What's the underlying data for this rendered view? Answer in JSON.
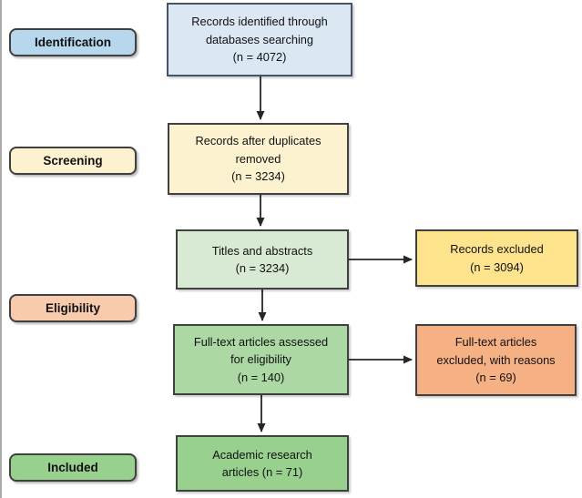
{
  "stages": [
    {
      "label": "Identification",
      "fill": "#B7D7EC",
      "border": "#404040"
    },
    {
      "label": "Screening",
      "fill": "#FCF2CF",
      "border": "#404040"
    },
    {
      "label": "Eligibility",
      "fill": "#F8CBAD",
      "border": "#404040"
    },
    {
      "label": "Included",
      "fill": "#97D18D",
      "border": "#404040"
    }
  ],
  "flow": [
    {
      "text": "Records identified through\ndatabases searching\n(n = 4072)",
      "fill": "#DBE7F3",
      "border": "#44546A"
    },
    {
      "text": "Records after duplicates\nremoved\n(n = 3234)",
      "fill": "#FCF2CF",
      "border": "#404040"
    },
    {
      "text": "Titles and abstracts\n(n = 3234)",
      "fill": "#D8EAD3",
      "border": "#404040"
    },
    {
      "text": "Full-text articles assessed\nfor eligibility\n(n = 140)",
      "fill": "#ABD8A3",
      "border": "#404040"
    },
    {
      "text": "Academic research\narticles (n = 71)",
      "fill": "#97D18D",
      "border": "#404040"
    }
  ],
  "side": [
    {
      "text": "Records excluded\n(n = 3094)",
      "fill": "#FCE38C",
      "border": "#404040"
    },
    {
      "text": "Full-text articles\nexcluded, with reasons\n(n = 69)",
      "fill": "#F5B183",
      "border": "#404040"
    }
  ],
  "arrows": {
    "color": "#262626"
  }
}
